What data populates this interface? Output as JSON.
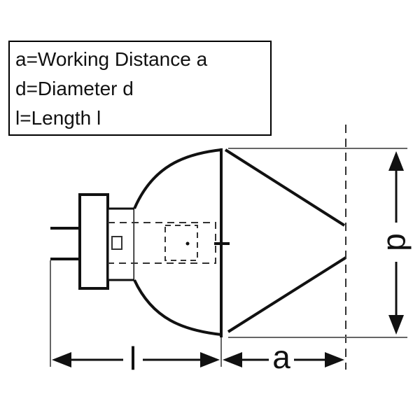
{
  "legend": {
    "lines": [
      "a=Working Distance a",
      "d=Diameter d",
      "l=Length l"
    ]
  },
  "dimensions": {
    "length_label": "l",
    "working_distance_label": "a",
    "diameter_label": "d"
  },
  "colors": {
    "line": "#111111",
    "dashed_line": "#333333",
    "extension_line": "#666666",
    "background": "#ffffff"
  }
}
